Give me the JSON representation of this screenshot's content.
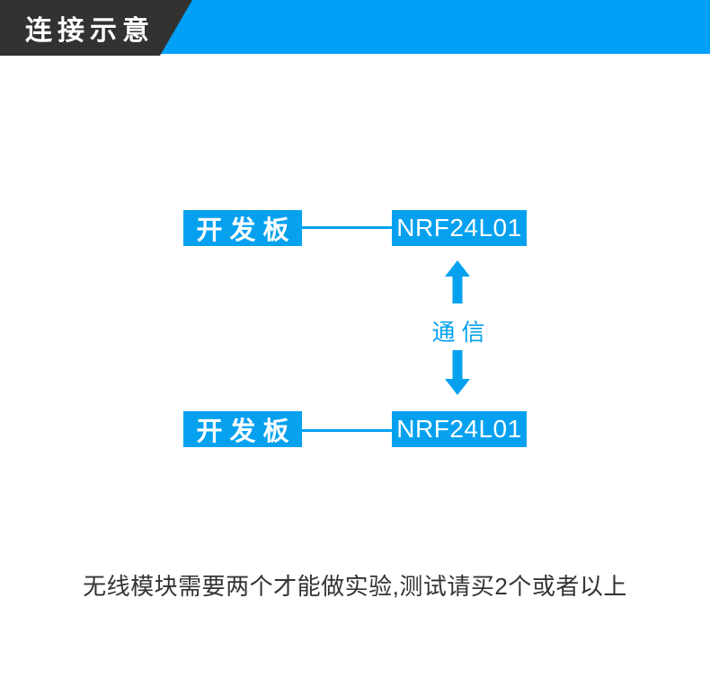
{
  "colors": {
    "brand_blue": "#01A0F8",
    "box_blue": "#05A1EF",
    "banner_black": "#323232",
    "text_dark": "#333333"
  },
  "header": {
    "title": "连接示意"
  },
  "diagram": {
    "rows": [
      {
        "left": "开发板",
        "right": "NRF24L01"
      },
      {
        "left": "开发板",
        "right": "NRF24L01"
      }
    ],
    "link_label": "通信",
    "up_arrow": "up-arrow",
    "down_arrow": "down-arrow"
  },
  "caption": "无线模块需要两个才能做实验,测试请买2个或者以上"
}
